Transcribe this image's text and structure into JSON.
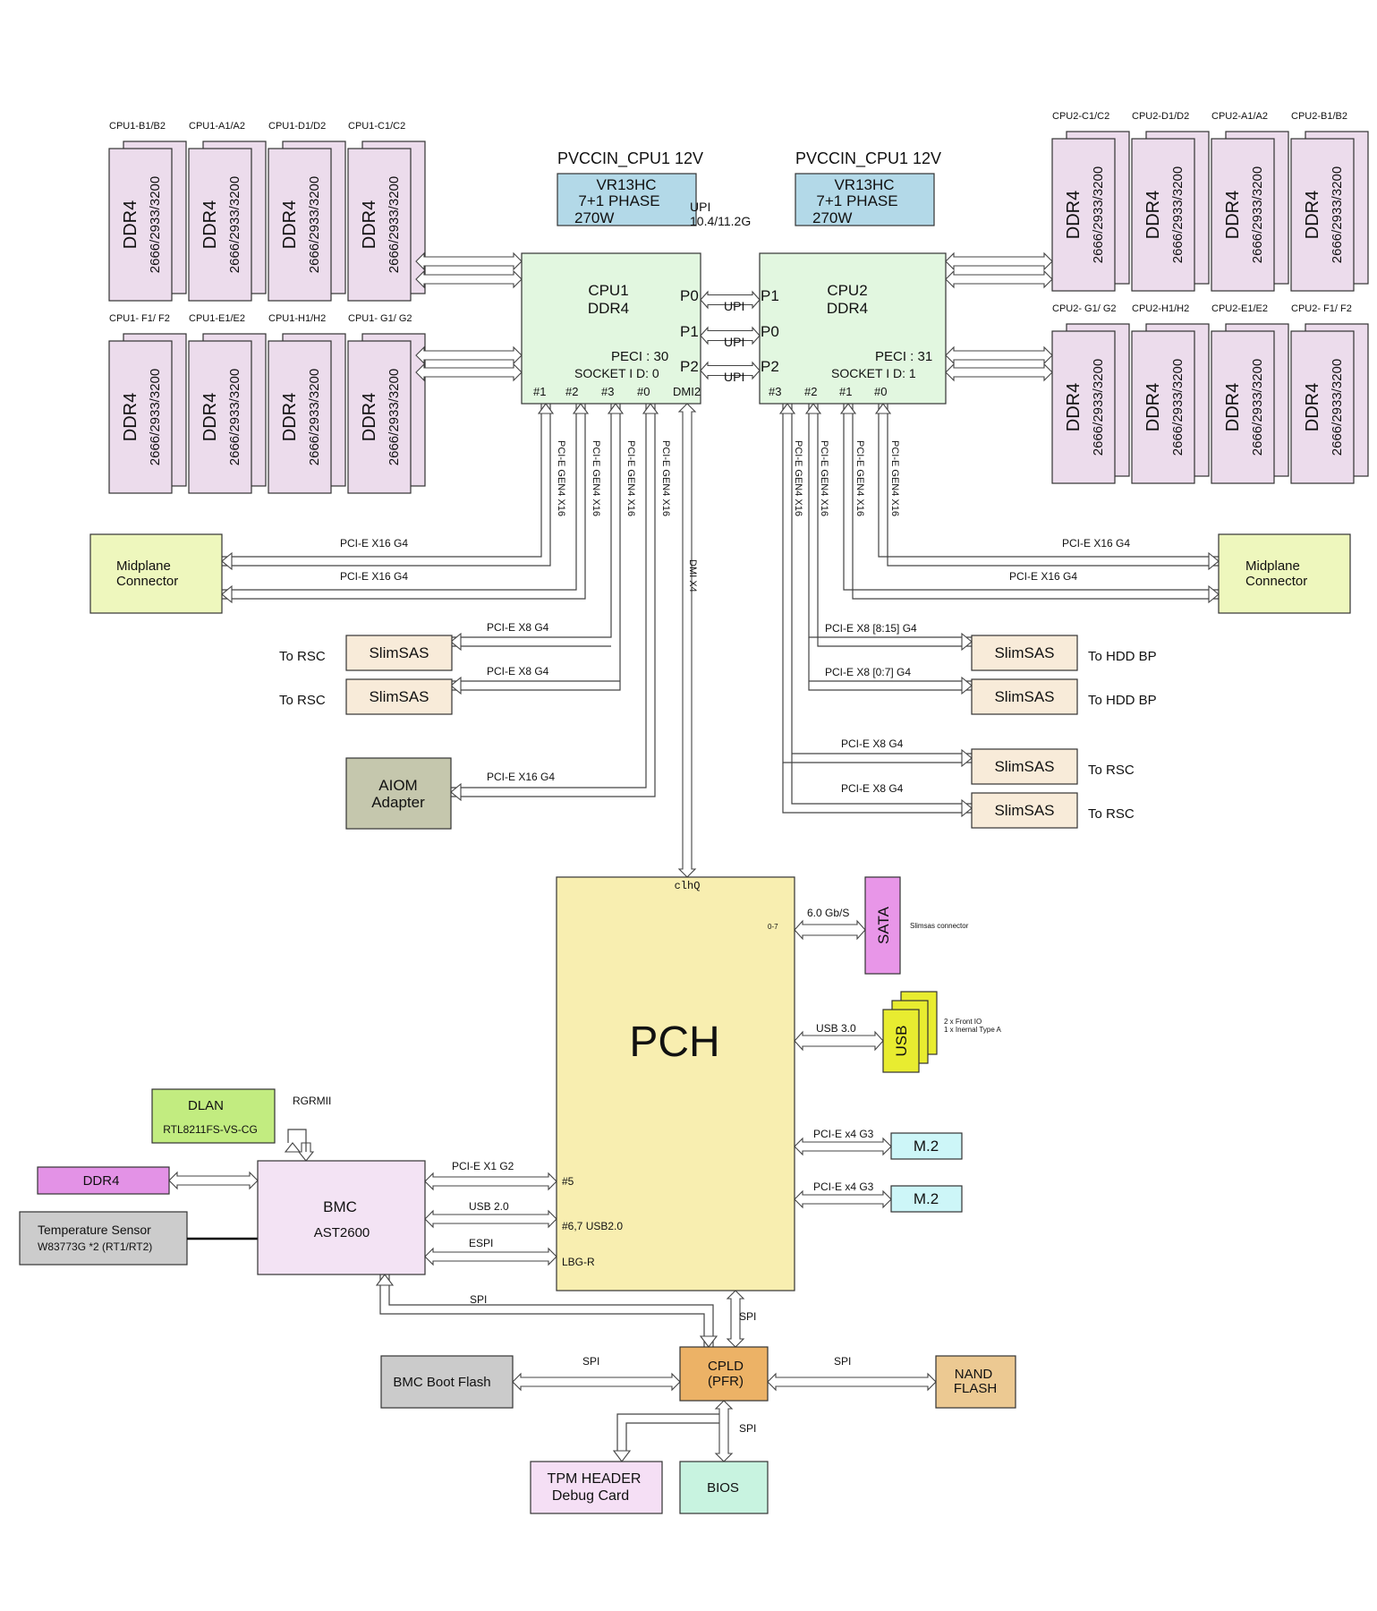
{
  "vr": [
    {
      "label": "PVCCIN_CPU1 12V",
      "l1": "VR13HC",
      "l2": "7+1 PHASE",
      "l3": "270W"
    },
    {
      "label": "PVCCIN_CPU1 12V",
      "l1": "VR13HC",
      "l2": "7+1 PHASE",
      "l3": "270W"
    }
  ],
  "upi": {
    "label": "UPI",
    "speed": "10.4/11.2G",
    "link": "UPI"
  },
  "cpu1": {
    "name": "CPU1",
    "mem": "DDR4",
    "p0": "P0",
    "p1": "P1",
    "p2": "P2",
    "peci": "PECI : 30",
    "socket": "SOCKET  I D: 0",
    "ports": [
      "#1",
      "#2",
      "#3",
      "#0",
      "DMI2"
    ]
  },
  "cpu2": {
    "name": "CPU2",
    "mem": "DDR4",
    "p1": "P1",
    "p0": "P0",
    "p2": "P2",
    "peci": "PECI : 31",
    "socket": "SOCKET  I D: 1",
    "ports": [
      "#3",
      "#2",
      "#1",
      "#0"
    ]
  },
  "dimm": {
    "type": "DDR4",
    "speed": "2666/2933/3200"
  },
  "dimm_labels": {
    "cpu1_top": [
      "CPU1-B1/B2",
      "CPU1-A1/A2",
      "CPU1-D1/D2",
      "CPU1-C1/C2"
    ],
    "cpu1_bot": [
      "CPU1- F1/ F2",
      "CPU1-E1/E2",
      "CPU1-H1/H2",
      "CPU1- G1/ G2"
    ],
    "cpu2_top": [
      "CPU2-C1/C2",
      "CPU2-D1/D2",
      "CPU2-A1/A2",
      "CPU2-B1/B2"
    ],
    "cpu2_bot": [
      "CPU2- G1/ G2",
      "CPU2-H1/H2",
      "CPU2-E1/E2",
      "CPU2- F1/ F2"
    ]
  },
  "pcie_vertical": "PCI-E GEN4 X16",
  "dmi": "DMI X4",
  "clhq": "clhQ",
  "midplane": {
    "l1": "Midplane",
    "l2": "Connector"
  },
  "links": {
    "x16g4": "PCI-E X16 G4",
    "x8g4": "PCI-E X8 G4",
    "x8_815": "PCI-E X8 [8:15] G4",
    "x8_07": "PCI-E X8 [0:7] G4",
    "x1g2": "PCI-E X1 G2",
    "usb20": "USB 2.0",
    "espi": "ESPI",
    "spi": "SPI",
    "sata_speed": "6.0 Gb/S",
    "usb30": "USB 3.0",
    "x4g3": "PCI-E x4 G3",
    "rgrmii": "RGRMII"
  },
  "slimsas": "SlimSAS",
  "to_rsc": "To RSC",
  "to_hdd": "To HDD BP",
  "aiom": {
    "l1": "AIOM",
    "l2": "Adapter"
  },
  "pch": {
    "name": "PCH",
    "p07": "0-7",
    "p5": "#5",
    "p67": "#6,7 USB2.0",
    "lbg": "LBG-R"
  },
  "sata": {
    "name": "SATA",
    "note": "Slimsas connector"
  },
  "usb": {
    "name": "USB",
    "note1": "2 x Front IO",
    "note2": "1 x Inernal Type A"
  },
  "m2": "M.2",
  "dlan": {
    "name": "DLAN",
    "chip": "RTL8211FS-VS-CG"
  },
  "ddr4_bmc": "DDR4",
  "temp": {
    "l1": "Temperature Sensor",
    "l2": "W83773G *2 (RT1/RT2)"
  },
  "bmc": {
    "name": "BMC",
    "chip": "AST2600"
  },
  "bmc_flash": "BMC Boot Flash",
  "cpld": {
    "l1": "CPLD",
    "l2": "(PFR)"
  },
  "nand": {
    "l1": "NAND",
    "l2": "FLASH"
  },
  "tpm": {
    "l1": "TPM HEADER",
    "l2": "Debug Card"
  },
  "bios": "BIOS",
  "colors": {
    "dimm": "#ecdcec",
    "cpu": "#e2f7e0",
    "vr": "#b3d9e8",
    "pch": "#f8eeb0",
    "cpld": "#ecb266"
  }
}
